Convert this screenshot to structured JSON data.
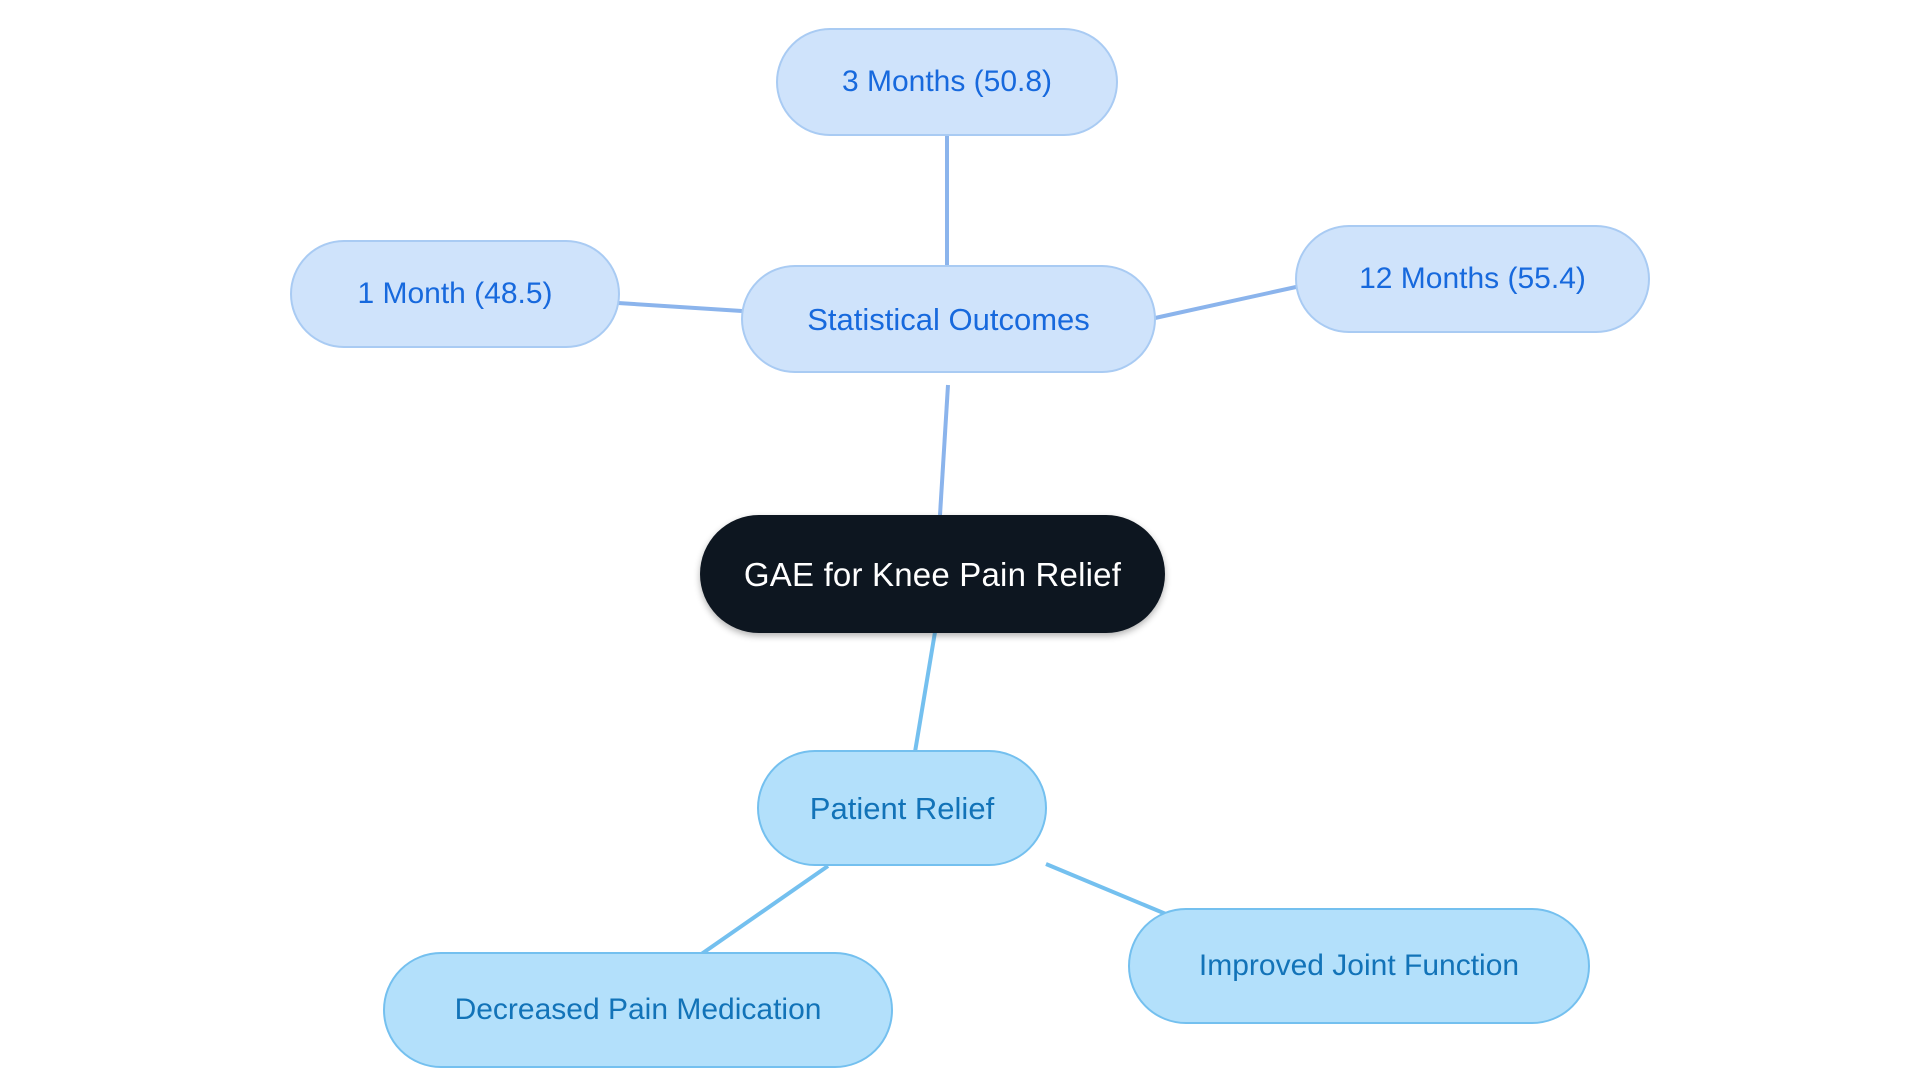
{
  "diagram": {
    "type": "mindmap",
    "title": "GAE for Knee Pain Relief",
    "colors": {
      "root_fill": "#0d1620",
      "root_text": "#ffffff",
      "statistical_fill": "#cfe3fb",
      "statistical_border": "#a9cbf3",
      "statistical_text": "#1769dd",
      "statistical_edge": "#8bb4ec",
      "relief_fill": "#b3e0fb",
      "relief_border": "#74c0ef",
      "relief_text": "#1273b8",
      "relief_edge": "#74c0ef",
      "background": "#ffffff"
    },
    "root": {
      "label": "GAE for Knee Pain Relief"
    },
    "branches": [
      {
        "id": "statistical-outcomes",
        "label": "Statistical Outcomes",
        "children": [
          {
            "id": "one-month",
            "label": "1 Month (48.5)",
            "period": "1 Month",
            "value": 48.5
          },
          {
            "id": "three-months",
            "label": "3 Months (50.8)",
            "period": "3 Months",
            "value": 50.8
          },
          {
            "id": "twelve-months",
            "label": "12 Months (55.4)",
            "period": "12 Months",
            "value": 55.4
          }
        ]
      },
      {
        "id": "patient-relief",
        "label": "Patient Relief",
        "children": [
          {
            "id": "decreased-pain-medication",
            "label": "Decreased Pain Medication"
          },
          {
            "id": "improved-joint-function",
            "label": "Improved Joint Function"
          }
        ]
      }
    ]
  }
}
